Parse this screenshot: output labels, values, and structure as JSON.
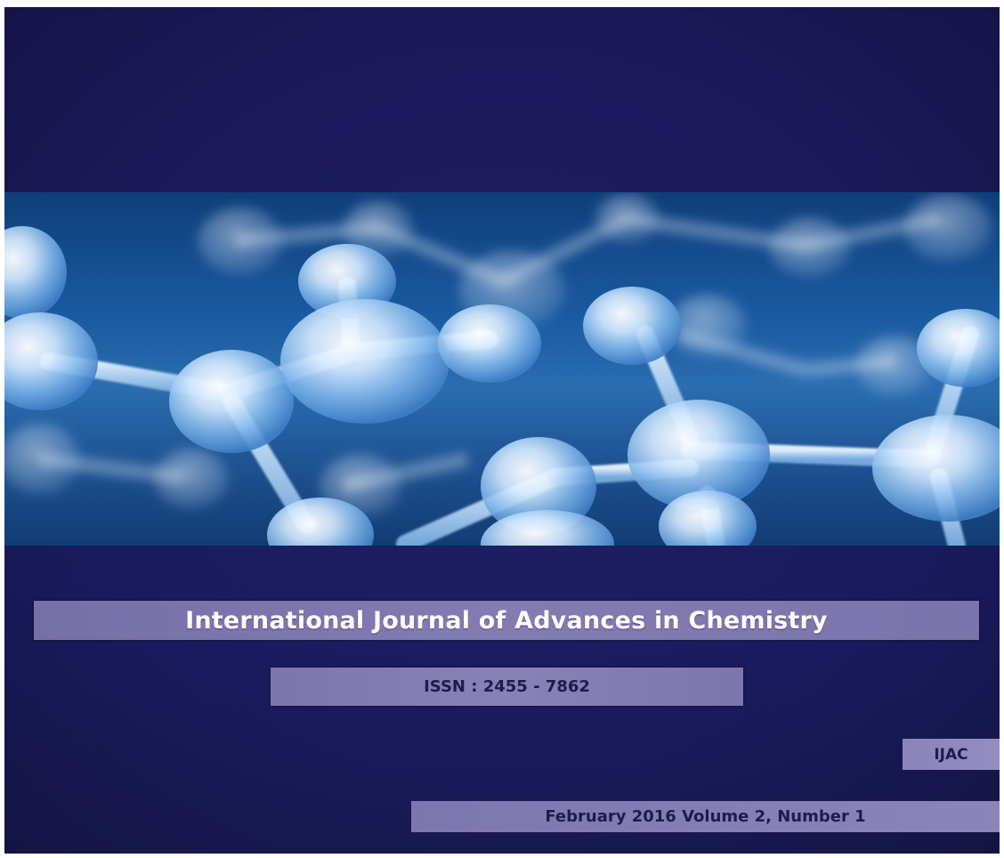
{
  "cover": {
    "journal_title": "International Journal of Advances in Chemistry",
    "issn": "ISSN : 2455 - 7862",
    "abbreviation": "IJAC",
    "issue": "February 2016 Volume 2, Number 1"
  },
  "colors": {
    "background": "#1c1a5c",
    "banner_blue": "#1a5aa0",
    "label_bar": "#837cb3",
    "label_text": "#1c1d4a",
    "title_text": "#ffffff"
  },
  "banner": {
    "image_subject": "glass molecule model"
  }
}
